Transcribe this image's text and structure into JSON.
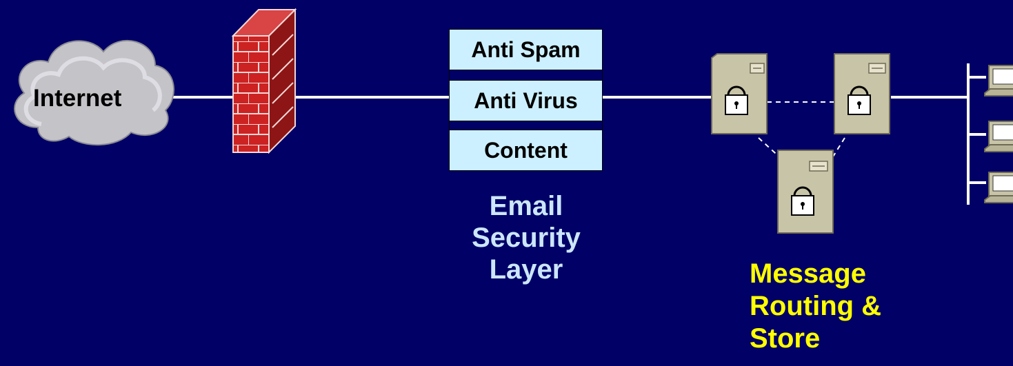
{
  "internet": {
    "label": "Internet"
  },
  "firewall": {
    "icon": "firewall-icon"
  },
  "security_layer": {
    "filters": [
      "Anti Spam",
      "Anti Virus",
      "Content"
    ],
    "caption_lines": [
      "Email",
      "Security",
      "Layer"
    ]
  },
  "message_store": {
    "servers": [
      "server-icon",
      "server-icon",
      "server-icon"
    ],
    "caption_lines": [
      "Message",
      "Routing &",
      "Store"
    ]
  },
  "clients": {
    "icon": "computer-icon"
  },
  "colors": {
    "background": "#000066",
    "security_caption": "#cce6ff",
    "store_caption": "#ffff00",
    "filter_box": "#ccf0ff",
    "firewall_brick": "#cc2222",
    "server_body": "#c8c4a8",
    "lines": "#ffffff"
  }
}
